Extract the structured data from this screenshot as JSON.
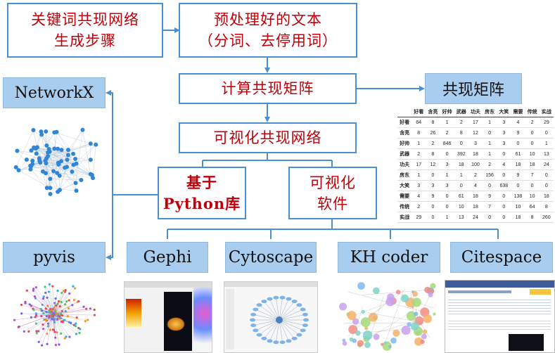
{
  "boxes": {
    "kw_l1": "关键词共现网络",
    "kw_l2": "生成步骤",
    "pre_l1": "预处理好的文本",
    "pre_l2": "（分词、去停用词）",
    "compute": "计算共现矩阵",
    "matrix": "共现矩阵",
    "visualize": "可视化共现网络",
    "py_l1": "基于",
    "py_l2": "Python库",
    "sw_l1": "可视化",
    "sw_l2": "软件",
    "networkx": "NetworkX",
    "pyvis": "pyvis",
    "gephi": "Gephi",
    "cytoscape": "Cytoscape",
    "khcoder": "KH coder",
    "citespace": "Citespace"
  },
  "colors": {
    "red_text": "#c0000a",
    "blue_line": "#4b8fcf",
    "fill": "#a9cdee"
  },
  "matrix": {
    "headers": [
      "好看",
      "含亮",
      "好帅",
      "武器",
      "功夫",
      "房东",
      "大笑",
      "需要",
      "传统",
      "实战"
    ],
    "rows": [
      {
        "label": "好看",
        "cells": [
          "64",
          "8",
          "1",
          "2",
          "17",
          "1",
          "3",
          "4",
          "2",
          "29"
        ]
      },
      {
        "label": "含亮",
        "cells": [
          "8",
          "26",
          "2",
          "8",
          "12",
          "0",
          "3",
          "9",
          "0",
          "0"
        ]
      },
      {
        "label": "好帅",
        "cells": [
          "1",
          "2",
          "846",
          "0",
          "3",
          "1",
          "3",
          "0",
          "0",
          "1"
        ]
      },
      {
        "label": "武器",
        "cells": [
          "2",
          "8",
          "0",
          "392",
          "18",
          "1",
          "0",
          "61",
          "10",
          "13"
        ]
      },
      {
        "label": "功夫",
        "cells": [
          "17",
          "12",
          "3",
          "18",
          "100",
          "2",
          "4",
          "18",
          "18",
          "24"
        ]
      },
      {
        "label": "房东",
        "cells": [
          "1",
          "0",
          "1",
          "1",
          "2",
          "156",
          "0",
          "9",
          "7",
          "0"
        ]
      },
      {
        "label": "大笑",
        "cells": [
          "3",
          "3",
          "3",
          "0",
          "4",
          "0",
          "638",
          "0",
          "0",
          "0"
        ]
      },
      {
        "label": "需要",
        "cells": [
          "4",
          "9",
          "0",
          "61",
          "18",
          "9",
          "0",
          "138",
          "10",
          "18"
        ]
      },
      {
        "label": "传统",
        "cells": [
          "2",
          "0",
          "0",
          "10",
          "18",
          "7",
          "0",
          "10",
          "64",
          "8"
        ]
      },
      {
        "label": "实战",
        "cells": [
          "29",
          "0",
          "1",
          "13",
          "24",
          "0",
          "0",
          "18",
          "8",
          "260"
        ]
      }
    ]
  }
}
